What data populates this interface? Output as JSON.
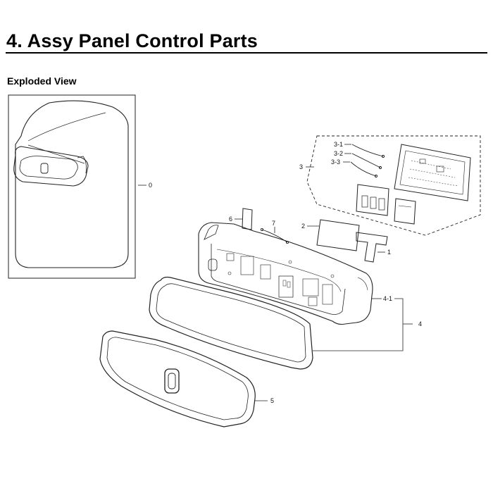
{
  "header": {
    "title": "4.  Assy Panel Control Parts",
    "section": "Exploded View"
  },
  "callouts": {
    "c0": "0",
    "c1": "1",
    "c2": "2",
    "c3": "3",
    "c3_1": "3-1",
    "c3_2": "3-2",
    "c3_3": "3-3",
    "c4": "4",
    "c4_1": "4-1",
    "c5": "5",
    "c6": "6",
    "c7": "7"
  }
}
